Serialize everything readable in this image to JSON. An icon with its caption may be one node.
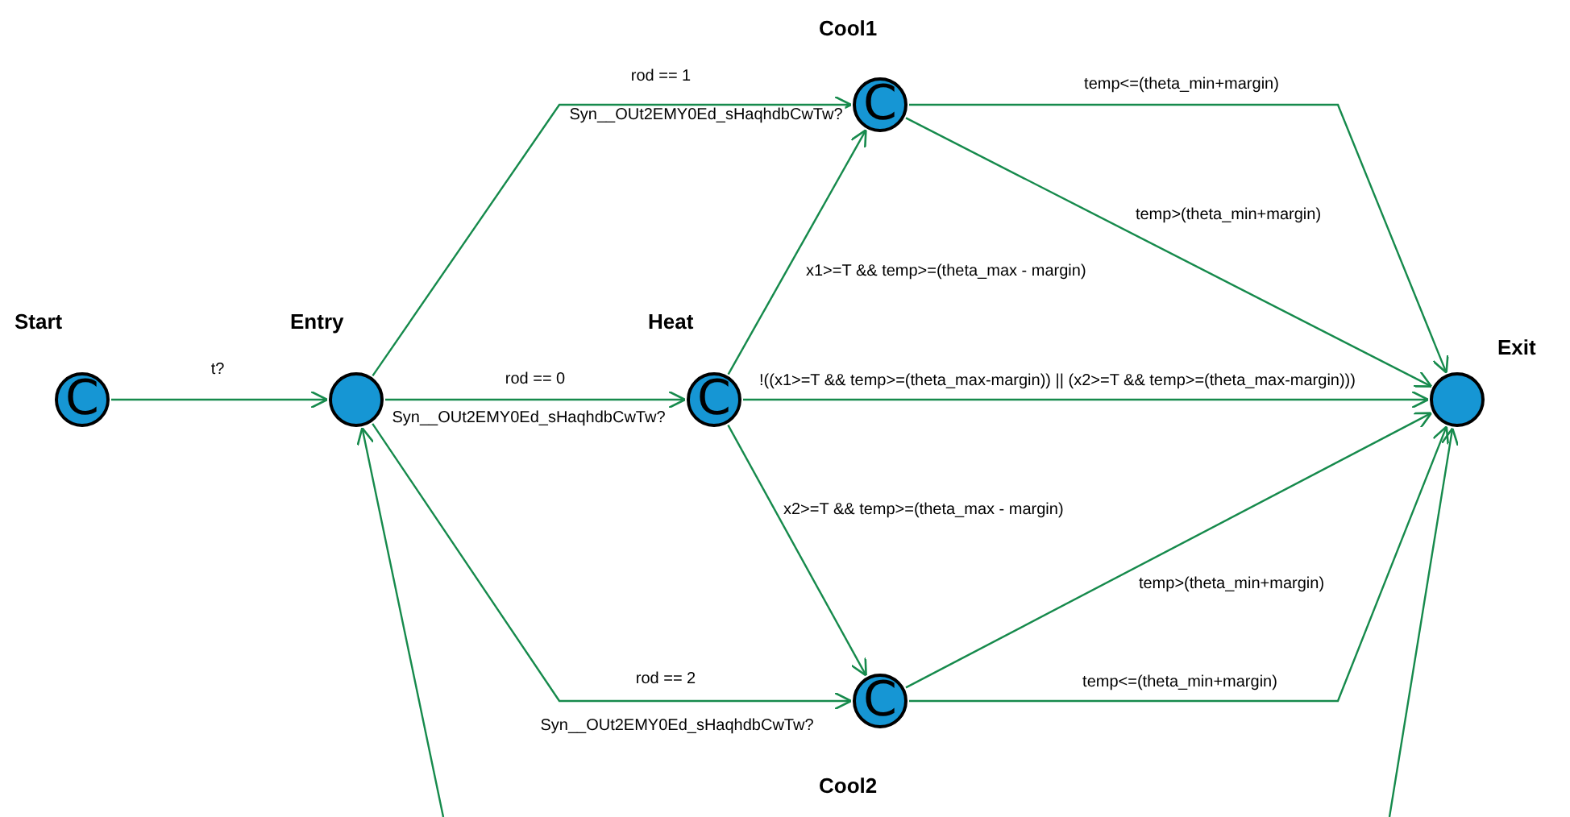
{
  "diagram": {
    "nodes": [
      {
        "text": [
          "C"
        ],
        "beside": [
          "Start"
        ]
      },
      {
        "text": [],
        "shape": "circle",
        "beside": [
          "Entry"
        ]
      },
      {
        "text": [
          "C"
        ],
        "beside": [
          "Heat"
        ]
      },
      {
        "text": [
          "C"
        ],
        "beside": [
          "Cool1"
        ]
      },
      {
        "text": [
          "C"
        ],
        "beside": [
          "Cool2"
        ]
      },
      {
        "text": [],
        "shape": "circle",
        "beside": [
          "Exit"
        ]
      }
    ],
    "edges": [
      {
        "from": 0,
        "to": 1,
        "arrow": "to",
        "label": "t?"
      },
      {
        "from": 1,
        "to": 3,
        "arrow": "to",
        "label": "rod == 1"
      },
      {
        "from": 1,
        "to": 2,
        "arrow": "to",
        "label": "rod == 0"
      },
      {
        "from": 1,
        "to": 4,
        "arrow": "to",
        "label": "rod == 2"
      },
      {
        "from": 2,
        "to": 3,
        "arrow": "to",
        "label": "x1>=T && temp>=(theta_max - margin)"
      },
      {
        "from": 2,
        "to": 5,
        "arrow": "to",
        "label": "!((x1>=T && temp>=(theta_max-margin)) || (x2>=T && temp>=(theta_max-margin)))"
      },
      {
        "from": 2,
        "to": 4,
        "arrow": "to",
        "label": "x2>=T && temp>=(theta_max - margin)"
      },
      {
        "from": 3,
        "to": 5,
        "arrow": "to",
        "label": "temp<=(theta_min+margin)"
      },
      {
        "from": 3,
        "to": 5,
        "arrow": "to",
        "label": "temp>(theta_min+margin)"
      },
      {
        "from": 4,
        "to": 5,
        "arrow": "to",
        "label": "temp>(theta_min+margin)"
      },
      {
        "from": 4,
        "to": 5,
        "arrow": "to",
        "label": "temp<=(theta_min+margin)"
      },
      {
        "from": null,
        "to": 1,
        "arrow": "to"
      },
      {
        "from": null,
        "to": 5,
        "arrow": "to"
      }
    ],
    "labels": [
      "Syn__OUt2EMY0Ed_sHaqhdbCwTw?",
      "Syn__OUt2EMY0Ed_sHaqhdbCwTw?",
      "Syn__OUt2EMY0Ed_sHaqhdbCwTw?"
    ]
  }
}
